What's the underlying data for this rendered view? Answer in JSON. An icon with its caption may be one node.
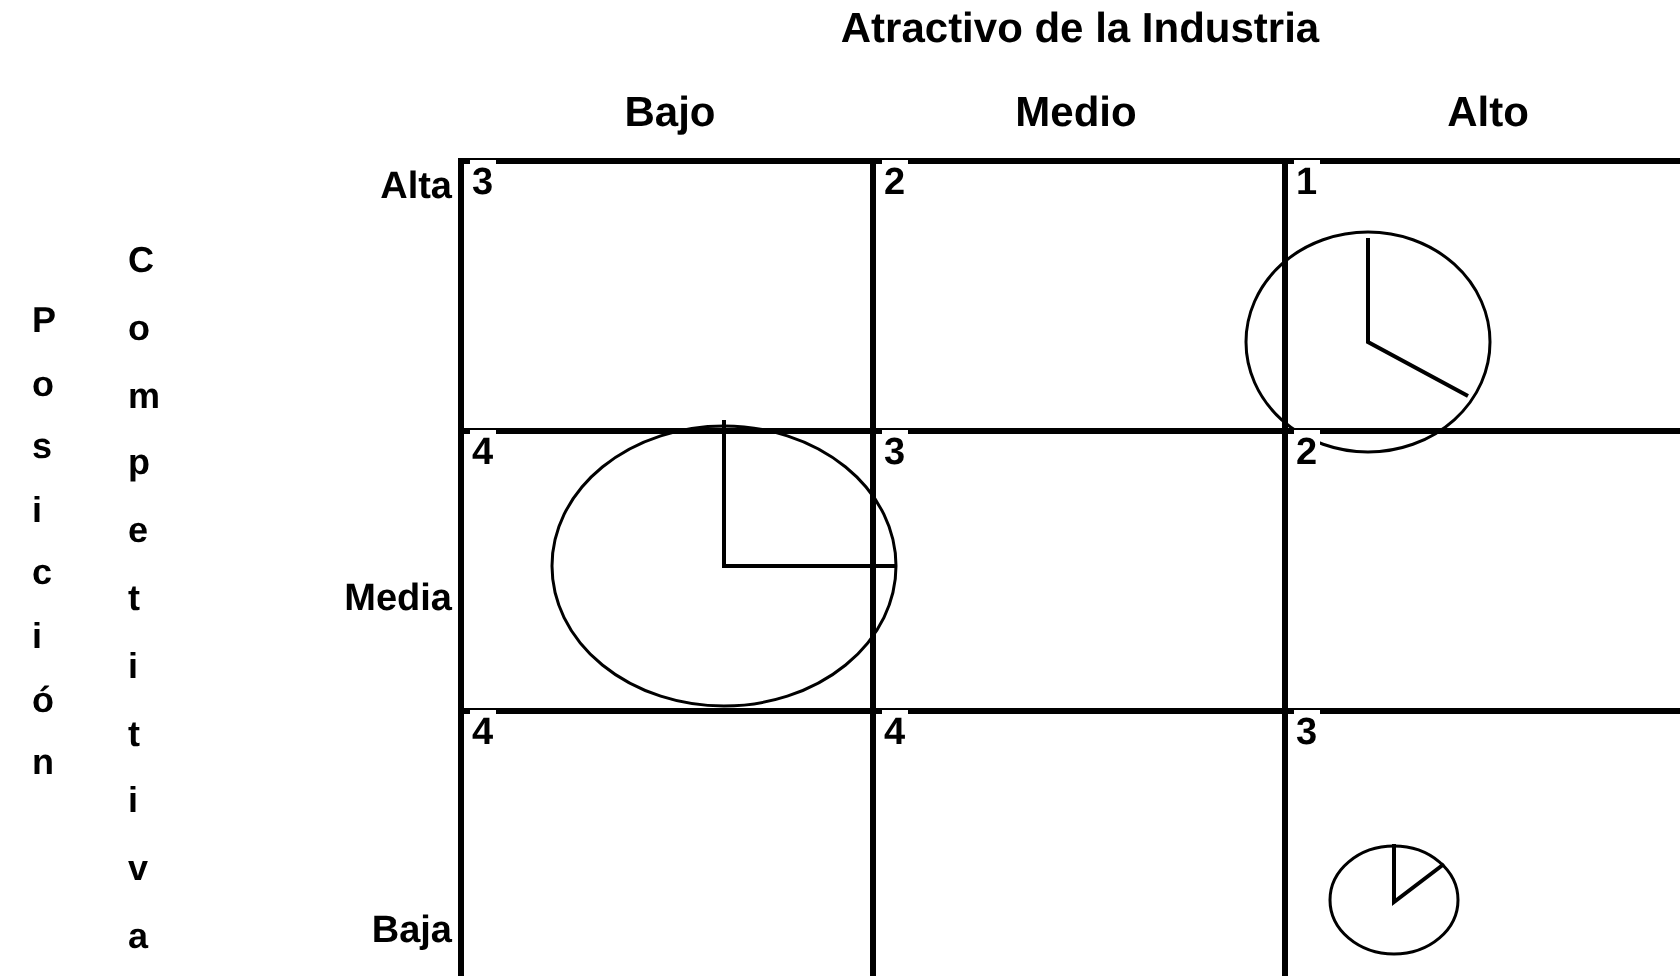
{
  "diagram": {
    "title": "Atractivo de la Industria",
    "nodes": [
      {
        "text": [
          "3"
        ]
      },
      {
        "text": [
          "2"
        ]
      },
      {
        "text": [
          "1"
        ]
      },
      {
        "text": [
          "4"
        ]
      },
      {
        "text": [
          "3"
        ]
      },
      {
        "text": [
          "2"
        ]
      },
      {
        "text": [
          "4"
        ]
      },
      {
        "text": [
          "4"
        ]
      },
      {
        "text": [
          "3"
        ]
      }
    ],
    "labels": [
      "Bajo",
      "Medio",
      "Alto",
      "Alta",
      "Media",
      "Baja",
      "Posición",
      "Competitiva"
    ]
  }
}
